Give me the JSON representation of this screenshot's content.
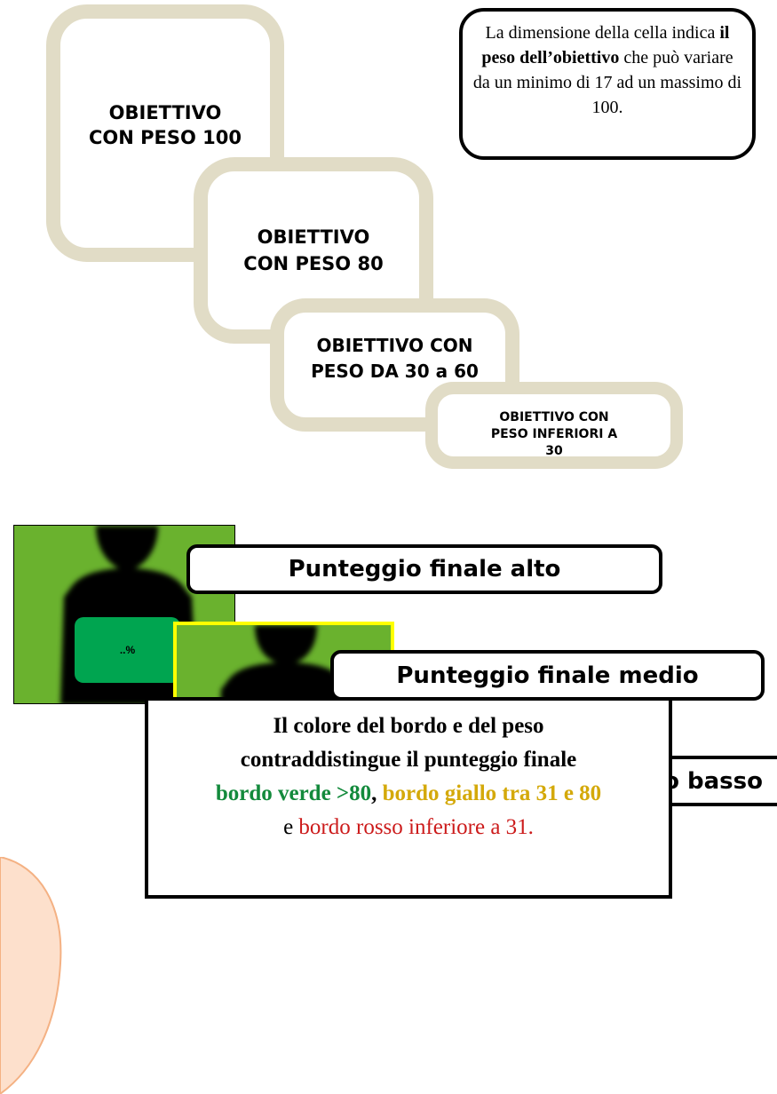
{
  "weight_cards": [
    {
      "lines": [
        "OBIETTIVO",
        "CON PESO 100"
      ]
    },
    {
      "lines": [
        "OBIETTIVO",
        "CON PESO 80"
      ]
    },
    {
      "lines": [
        "OBIETTIVO CON",
        "PESO DA 30 a 60"
      ]
    },
    {
      "lines": [
        "OBIETTIVO CON",
        "PESO INFERIORI A",
        "30"
      ]
    }
  ],
  "note": {
    "part1": "La dimensione  della cella indica ",
    "bold": "il peso dell’obiettivo",
    "part2": " che può variare da un minimo di 17 ad un massimo di 100."
  },
  "score_tiles": [
    {
      "label": "Punteggio finale alto",
      "value": "..%",
      "fill_color": "#00a550",
      "frame_color": "#000000"
    },
    {
      "label": "Punteggio finale medio",
      "value": "..%",
      "fill_color": "#ffff00",
      "frame_color": "#ffff00"
    },
    {
      "label": "Punteggio basso",
      "value": "..%",
      "fill_color": "#ff0000",
      "frame_color": "#ff0000"
    }
  ],
  "legend": {
    "line1": "Il colore del bordo e del peso",
    "line2": "contraddistingue il punteggio finale",
    "green": "bordo verde  >80",
    "sep": ", ",
    "yellow": "bordo giallo tra 31 e 80",
    "and": "e ",
    "red": "bordo rosso inferiore a 31."
  },
  "colors": {
    "card_border": "#e1dcc6",
    "tile_background": "#6ab22e",
    "weight_silhouette": "#000000",
    "decor_blob": "#fde0cc"
  }
}
